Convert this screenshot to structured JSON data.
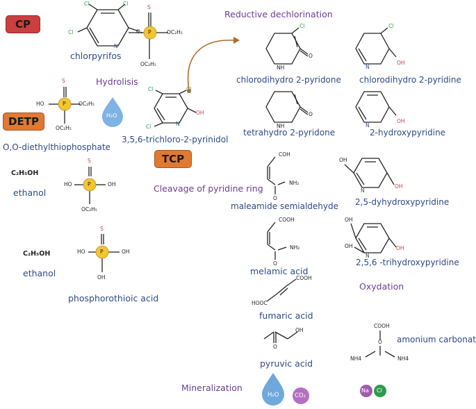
{
  "tags": {
    "cp": "CP",
    "detp": "DETP",
    "tcp": "TCP"
  },
  "colors": {
    "cp": "#c9403f",
    "detp": "#e07a33",
    "tcp": "#e07a33",
    "phosphorus": "#f5c531",
    "water": "#6fa8dc",
    "co2": "#b46fc3",
    "na": "#a15ab0",
    "cl": "#2e9a4c",
    "label": "#2e4a86",
    "process": "#6a3d8f",
    "arrow": "#b06a2a"
  },
  "labels": {
    "chlorpyrifos": "chlorpyrifos",
    "hydrolisis": "Hydrolisis",
    "water": "H₂O",
    "detp": "O,O-diethylthiophosphate",
    "tcp": "3,5,6-trichloro-2-pyrinidol",
    "ethanol1_formula": "C₂H₅OH",
    "ethanol1": "ethanol",
    "ethanol2_formula": "C₂H₅OH",
    "ethanol2": "ethanol",
    "phosphorothioic": "phosphorothioic acid",
    "reductive": "Reductive dechlorination",
    "chlorodihydro_pyridone": "chlorodihydro 2-pyridone",
    "chlorodihydro_pyridine": "chlorodihydro 2-pyridine",
    "tetrahydro": "tetrahydro 2-pyridone",
    "hydroxypyridine": "2-hydroxypyridine",
    "cleavage": "Cleavage of pyridine ring",
    "maleamide": "maleamide semialdehyde",
    "dyhydroxy": "2,5-dyhydroxypyridine",
    "melamic": "melamic acid",
    "trihydroxy": "2,5,6 -trihydroxypyridine",
    "oxydation": "Oxydation",
    "fumaric": "fumaric acid",
    "amonium": "amonium carbonate",
    "pyruvic": "pyruvic acid",
    "mineralization": "Mineralization",
    "water_final": "H₂O",
    "co2": "CO₂",
    "na": "Na",
    "cl": "Cl"
  },
  "atoms": {
    "cl": "Cl",
    "n": "N",
    "o": "O",
    "s": "S",
    "p": "P",
    "oh": "OH",
    "ho": "HO",
    "nh": "NH",
    "oc2h5": "OC₂H₅",
    "coh": "COH",
    "cooh": "COOH",
    "hooc": "HOOC",
    "nh2": "NH₂",
    "nh4": "NH4"
  }
}
